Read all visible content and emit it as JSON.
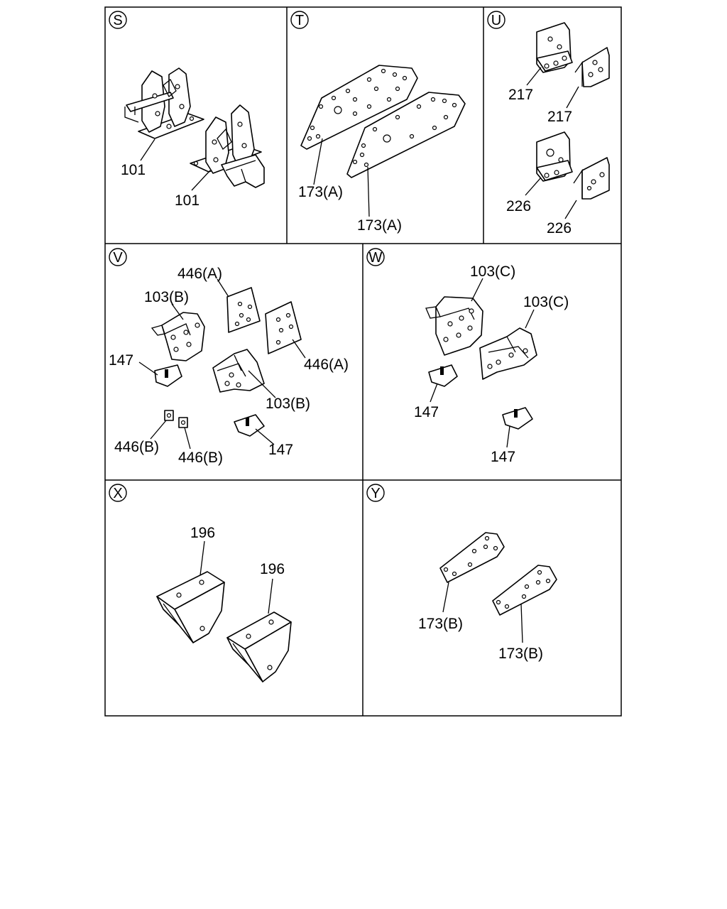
{
  "sections": [
    {
      "id": "S",
      "labels": [
        "101",
        "101"
      ]
    },
    {
      "id": "T",
      "labels": [
        "173(A)",
        "173(A)"
      ]
    },
    {
      "id": "U",
      "labels": [
        "217",
        "217",
        "226",
        "226"
      ]
    },
    {
      "id": "V",
      "labels": [
        "446(A)",
        "103(B)",
        "147",
        "446(A)",
        "103(B)",
        "446(B)",
        "446(B)",
        "147"
      ]
    },
    {
      "id": "W",
      "labels": [
        "103(C)",
        "103(C)",
        "147",
        "147"
      ]
    },
    {
      "id": "X",
      "labels": [
        "196",
        "196"
      ]
    },
    {
      "id": "Y",
      "labels": [
        "173(B)",
        "173(B)"
      ]
    }
  ]
}
